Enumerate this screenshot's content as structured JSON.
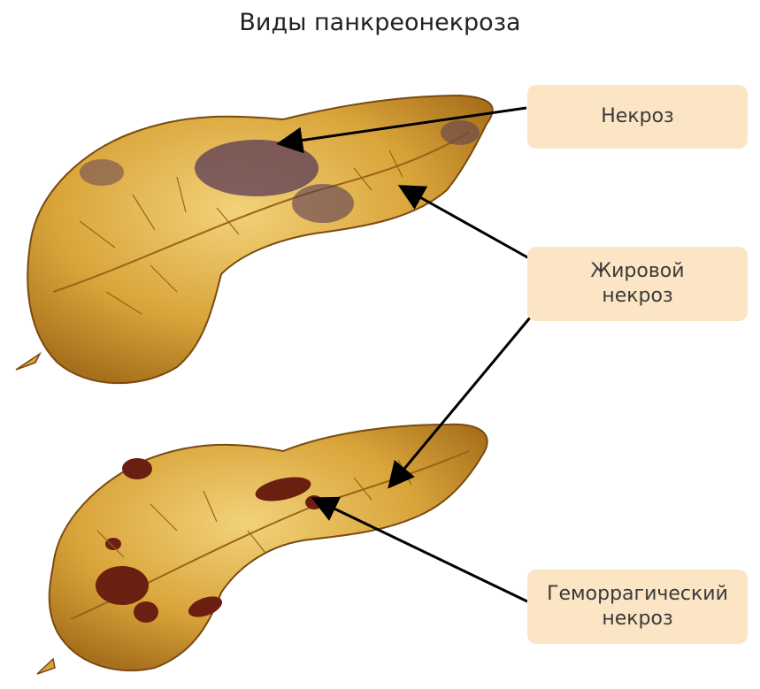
{
  "title": "Виды панкреонекроза",
  "labels": {
    "necrosis": "Некроз",
    "fat_necrosis_line1": "Жировой",
    "fat_necrosis_line2": "некроз",
    "hemorrhagic_line1": "Геморрагический",
    "hemorrhagic_line2": "некроз"
  },
  "colors": {
    "label_bg": "#fbe5c4",
    "organ_fill": "#d9a53a",
    "organ_outline": "#7a4a10",
    "necrosis_spot": "#5a3a55",
    "hemorrhage_spot": "#6b1f10",
    "arrow": "#000000"
  }
}
